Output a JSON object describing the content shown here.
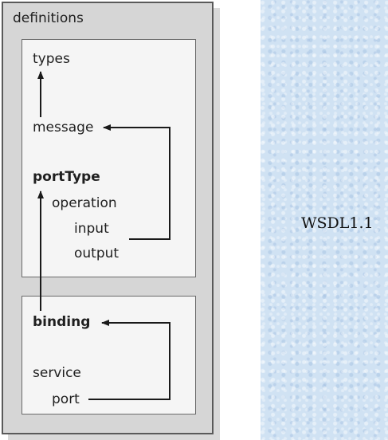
{
  "diagram": {
    "container_label": "definitions",
    "box1": {
      "types": "types",
      "message": "message",
      "portType": "portType",
      "operation": "operation",
      "input": "input",
      "output": "output"
    },
    "box2": {
      "binding": "binding",
      "service": "service",
      "port": "port"
    },
    "side_label": "WSDL1.1"
  },
  "colors": {
    "container_fill": "#d6d6d6",
    "box_fill": "#f5f5f5",
    "line": "#1a1a1a",
    "panel": "#d0e2f3"
  }
}
